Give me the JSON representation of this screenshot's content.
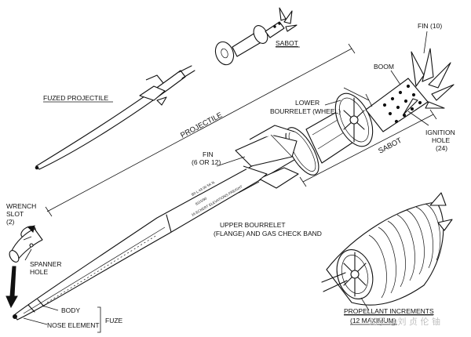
{
  "labels": {
    "sabot_top": "SABOT",
    "fin_10": "FIN (10)",
    "boom": "BOOM",
    "fuzed_projectile": "FUZED PROJECTILE",
    "lower_bourrelet_1": "LOWER",
    "lower_bourrelet_2": "BOURRELET (WHEEL)",
    "projectile": "PROJECTILE",
    "ignition_hole_1": "IGNITION",
    "ignition_hole_2": "HOLE",
    "ignition_hole_3": "(24)",
    "sabot_dim": "SABOT",
    "fin_6_1": "FIN",
    "fin_6_2": "(6 OR 12)",
    "wrench_slot_1": "WRENCH",
    "wrench_slot_2": "SLOT",
    "wrench_slot_3": "(2)",
    "upper_bourrelet_1": "UPPER BOURRELET",
    "upper_bourrelet_2": "(FLANGE) AND GAS CHECK BAND",
    "spanner_hole_1": "SPANNER",
    "spanner_hole_2": "HOLE",
    "body": "BODY",
    "nose_element": "NOSE ELEMENT",
    "fuze": "FUZE",
    "propellant_1": "PROPELLANT INCREMENTS",
    "propellant_2": "(12 MAXIMUM)"
  },
  "stamp_text": {
    "line1": "B0 L 43 00 5K N.",
    "line2": "8115/90",
    "line3": "16 ECKERT ELEVATIONS FREIGHT"
  },
  "watermark": "知乎 @刘 贞 伦 铀"
}
